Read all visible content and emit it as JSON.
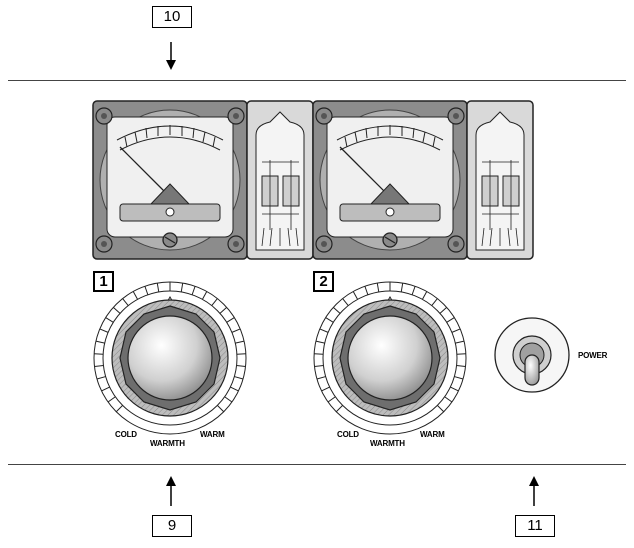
{
  "callouts": {
    "top": "10",
    "bottom_left": "9",
    "bottom_right": "11"
  },
  "channels": [
    {
      "number": "1",
      "knob_label": "WARMTH",
      "left_label": "COLD",
      "right_label": "WARM"
    },
    {
      "number": "2",
      "knob_label": "WARMTH",
      "left_label": "COLD",
      "right_label": "WARM"
    }
  ],
  "power": {
    "label": "POWER"
  },
  "colors": {
    "meter_frame": "#8c8c8c",
    "meter_face": "#f0f0f0",
    "tube_bg": "#d9d9d9",
    "knob_ring": "#7a7a7a"
  }
}
